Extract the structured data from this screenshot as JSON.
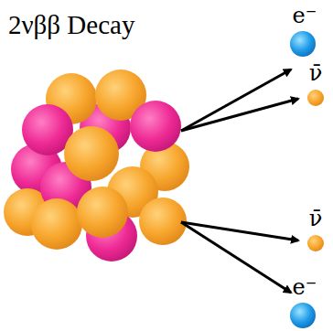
{
  "diagram": {
    "title": "2νββ Decay",
    "labels": [
      "e⁻",
      "ν̄",
      "ν̄",
      "e⁻"
    ]
  }
}
